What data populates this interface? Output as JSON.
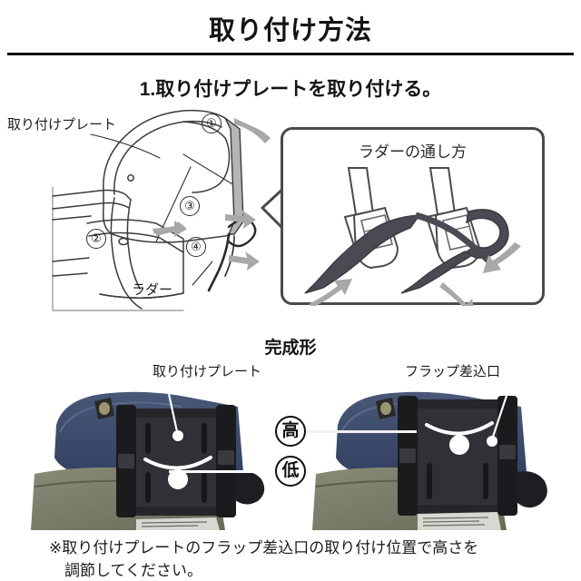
{
  "header": {
    "title": "取り付け方法",
    "step1": "1.取り付けプレートを取り付ける。"
  },
  "diagram": {
    "labels": {
      "plate": "取り付けプレート",
      "ladder": "ラダー"
    },
    "steps": [
      {
        "marker": "①",
        "icon": "curved-arrow-up-left"
      },
      {
        "marker": "②",
        "icon": "arrow-right"
      },
      {
        "marker": "③",
        "icon": "arrow-down-right"
      },
      {
        "marker": "④",
        "icon": "arrow-down-right"
      }
    ]
  },
  "callout": {
    "title": "ラダーの通し方",
    "figures": [
      {
        "name": "strap-through-buckle-step1"
      },
      {
        "name": "strap-through-buckle-step2"
      }
    ]
  },
  "finished": {
    "heading": "完成形",
    "label_plate": "取り付けプレート",
    "label_flap": "フラップ差込口",
    "badge_high": "高",
    "badge_low": "低",
    "photo_left_name": "child-seat-plate-low-position",
    "photo_right_name": "child-seat-plate-high-position"
  },
  "note": {
    "line1": "※取り付けプレートのフラップ差込口の取り付け位置で高さを",
    "line2": "調節してください。"
  },
  "colors": {
    "rule": "#111111",
    "text": "#1a1a1a",
    "callout_border": "#4a4a4a",
    "arrow_gray": "#a8a8a8",
    "seat_navy": "#3d4a6e",
    "seat_olive": "#7a7a66",
    "strap_black": "#1e1e20"
  }
}
